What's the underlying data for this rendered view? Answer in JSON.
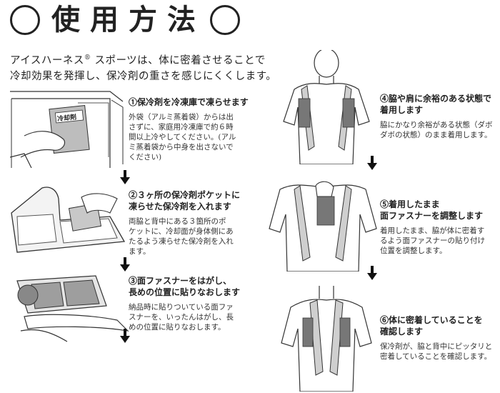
{
  "title": "使用方法",
  "intro": {
    "line1_pre": "アイスハーネス",
    "reg": "®",
    "line1_post": " スポーツは、体に密着させることで",
    "line2": "冷却効果を発揮し、保冷剤の重さを感じにくくします。"
  },
  "freezer_label": "冷却剤",
  "steps": [
    {
      "title_lines": [
        "①保冷剤を冷凍庫で凍らせます"
      ],
      "desc_lines": [
        "外袋（アルミ蒸着袋）からは出",
        "さずに、家庭用冷凍庫で約６時",
        "間以上冷やしてください。(アル",
        "ミ蒸着袋から中身を出さないで",
        "ください)"
      ]
    },
    {
      "title_lines": [
        "②３ヶ所の保冷剤ポケットに",
        "凍らせた保冷剤を入れます"
      ],
      "desc_lines": [
        "両脇と背中にある３箇所のポ",
        "ケットに、冷却面が身体側にあ",
        "たるよう凍らせた保冷剤を入れ",
        "ます。"
      ]
    },
    {
      "title_lines": [
        "③面ファスナーをはがし、",
        "長めの位置に貼りなおします"
      ],
      "desc_lines": [
        "納品時に貼りついている面ファ",
        "スナーを、いったんはがし、長",
        "めの位置に貼りなおします。"
      ]
    },
    {
      "title_lines": [
        "④脇や肩に余裕のある状態で",
        "着用します"
      ],
      "desc_lines": [
        "脇にかなり余裕がある状態（ダボ",
        "ダボの状態）のまま着用します。"
      ]
    },
    {
      "title_lines": [
        "⑤着用したまま",
        "面ファスナーを調整します"
      ],
      "desc_lines": [
        "着用したまま、脇が体に密着す",
        "るよう面ファスナーの貼り付け",
        "位置を調整します。"
      ]
    },
    {
      "title_lines": [
        "⑥体に密着していることを",
        "確認します"
      ],
      "desc_lines": [
        "保冷剤が、脇と背中にピッタリと",
        "密着していることを確認します。"
      ]
    }
  ]
}
